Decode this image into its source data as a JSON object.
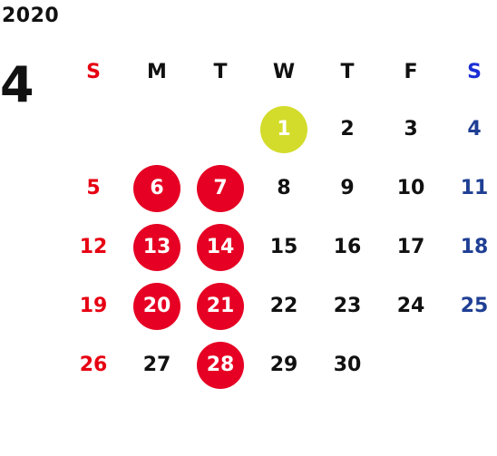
{
  "calendar": {
    "year": "2020",
    "month": "4",
    "weekday_headers": [
      "S",
      "M",
      "T",
      "W",
      "T",
      "F",
      "S"
    ],
    "first_weekday_index": 3,
    "days": [
      {
        "label": "1",
        "marker": "today"
      },
      {
        "label": "2"
      },
      {
        "label": "3"
      },
      {
        "label": "4"
      },
      {
        "label": "5"
      },
      {
        "label": "6",
        "marker": "highlight"
      },
      {
        "label": "7",
        "marker": "highlight"
      },
      {
        "label": "8"
      },
      {
        "label": "9"
      },
      {
        "label": "10"
      },
      {
        "label": "11"
      },
      {
        "label": "12"
      },
      {
        "label": "13",
        "marker": "highlight"
      },
      {
        "label": "14",
        "marker": "highlight"
      },
      {
        "label": "15"
      },
      {
        "label": "16"
      },
      {
        "label": "17"
      },
      {
        "label": "18"
      },
      {
        "label": "19"
      },
      {
        "label": "20",
        "marker": "highlight"
      },
      {
        "label": "21",
        "marker": "highlight"
      },
      {
        "label": "22"
      },
      {
        "label": "23"
      },
      {
        "label": "24"
      },
      {
        "label": "25"
      },
      {
        "label": "26"
      },
      {
        "label": "27"
      },
      {
        "label": "28",
        "marker": "highlight"
      },
      {
        "label": "29"
      },
      {
        "label": "30"
      }
    ]
  },
  "colors": {
    "text": "#111111",
    "sunday": "#e60012",
    "saturday_header": "#1a2fd6",
    "saturday": "#1f3f94",
    "highlight_circle": "#e60023",
    "today_circle": "#d3dc2a",
    "marked_text": "#ffffff"
  }
}
